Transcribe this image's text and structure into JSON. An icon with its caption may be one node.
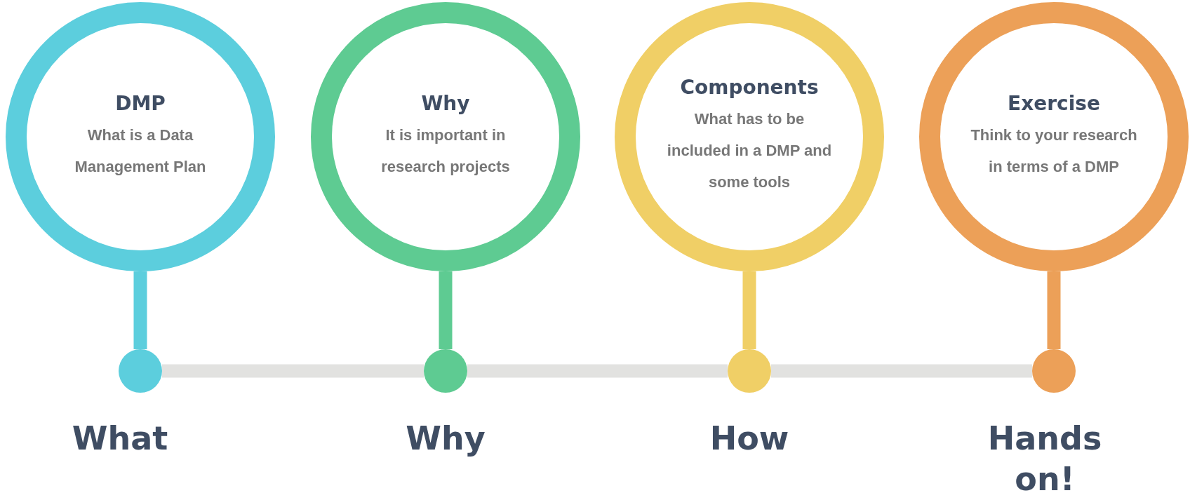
{
  "diagram": {
    "nodes": [
      {
        "text": [
          "DMP",
          "What is a Data Management Plan"
        ]
      },
      {
        "text": [
          "Why",
          "It is important in research projects"
        ]
      },
      {
        "text": [
          "Components",
          "What has to be included in a DMP and some tools"
        ]
      },
      {
        "text": [
          "Exercise",
          "Think to your research in terms of a DMP"
        ]
      },
      {
        "text": [],
        "shape": "circle"
      },
      {
        "text": [],
        "shape": "circle"
      },
      {
        "text": [],
        "shape": "circle"
      },
      {
        "text": [],
        "shape": "circle"
      }
    ],
    "edges": [
      {
        "from": 0,
        "to": 4,
        "arrow": "none",
        "color": "#5ccedd"
      },
      {
        "from": 1,
        "to": 5,
        "arrow": "none",
        "color": "#5ecb92"
      },
      {
        "from": 2,
        "to": 6,
        "arrow": "none",
        "color": "#f0cf66"
      },
      {
        "from": 3,
        "to": 7,
        "arrow": "none",
        "color": "#eca058"
      },
      {
        "from": 4,
        "to": 5,
        "arrow": "none",
        "color": "#e2e2e0"
      },
      {
        "from": 5,
        "to": 6,
        "arrow": "none",
        "color": "#e2e2e0"
      },
      {
        "from": 6,
        "to": 7,
        "arrow": "none",
        "color": "#e2e2e0"
      }
    ],
    "labels": [
      "What",
      "Why",
      "How",
      "Hands on!"
    ]
  }
}
